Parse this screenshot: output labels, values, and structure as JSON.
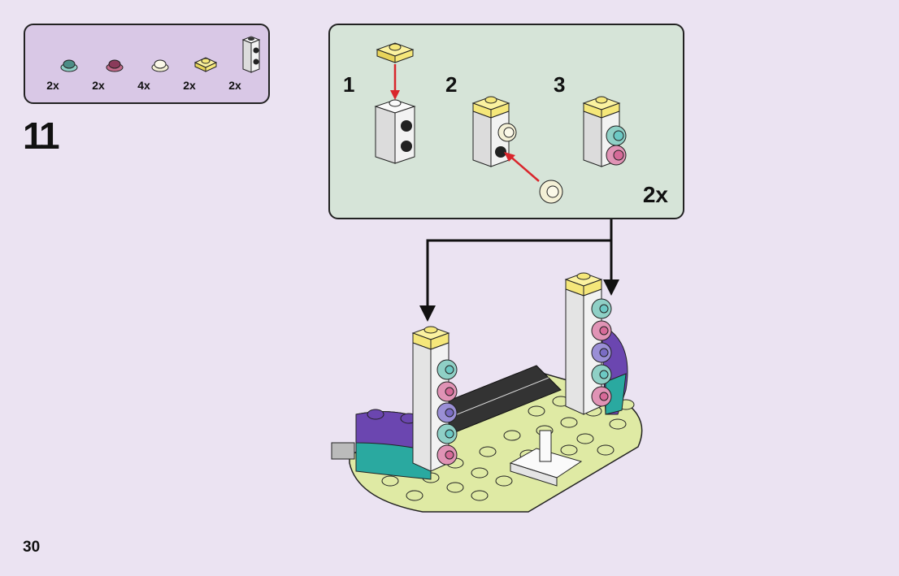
{
  "page": {
    "step_number": "11",
    "page_number": "30",
    "background_color": "#ebe3f2"
  },
  "parts_list": {
    "background_color": "#d9c8e6",
    "items": [
      {
        "name": "round-plate-1x1-transparent-aqua",
        "quantity": "2x",
        "color": "#8fd0c6"
      },
      {
        "name": "round-plate-1x1-transparent-pink",
        "quantity": "2x",
        "color": "#c36a8a"
      },
      {
        "name": "round-plate-1x1-white",
        "quantity": "4x",
        "color": "#f4f0d6"
      },
      {
        "name": "plate-1x1-yellow",
        "quantity": "2x",
        "color": "#f5e77a"
      },
      {
        "name": "brick-1x1-studs-on-side-white",
        "quantity": "2x",
        "color": "#f2f2f2"
      }
    ]
  },
  "sub_assembly": {
    "background_color": "#d6e4d8",
    "multiplier": "2x",
    "steps": [
      {
        "label": "1"
      },
      {
        "label": "2"
      },
      {
        "label": "3"
      }
    ]
  },
  "colors": {
    "arrow_red": "#d9262c",
    "lime_plate": "#dfeaa4",
    "purple": "#6b46b0",
    "teal": "#2aa9a0",
    "black_tile": "#333333",
    "yellow": "#f5e77a",
    "white_brick": "#efefef"
  }
}
